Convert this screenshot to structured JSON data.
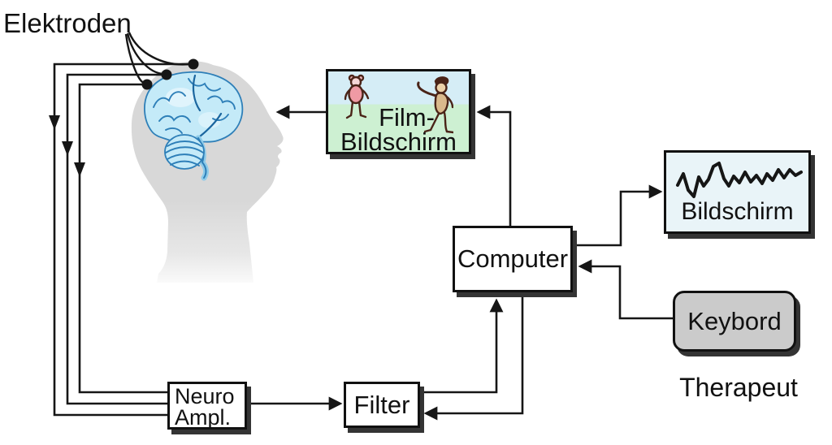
{
  "diagram": {
    "labels": {
      "electrodes": "Elektroden",
      "therapist": "Therapeut"
    },
    "nodes": {
      "film_screen": {
        "line1": "Film-",
        "line2": "Bildschirm"
      },
      "computer": {
        "label": "Computer"
      },
      "eeg_screen": {
        "label": "Bildschirm"
      },
      "keyboard": {
        "label": "Keybord"
      },
      "neuro_amplifier": {
        "line1": "Neuro",
        "line2": "Ampl."
      },
      "filter": {
        "label": "Filter"
      }
    },
    "edges": [
      {
        "from": "electrodes",
        "to": "neuro_amplifier",
        "count": 3
      },
      {
        "from": "neuro_amplifier",
        "to": "filter"
      },
      {
        "from": "filter",
        "to": "computer"
      },
      {
        "from": "computer",
        "to": "filter"
      },
      {
        "from": "computer",
        "to": "film_screen"
      },
      {
        "from": "film_screen",
        "to": "head"
      },
      {
        "from": "computer",
        "to": "eeg_screen"
      },
      {
        "from": "keyboard",
        "to": "computer"
      }
    ],
    "colors": {
      "line": "#161616",
      "box-border": "#111111",
      "box-shadow": "#343434",
      "film-sky": "#d5edf6",
      "film-grass": "#cdf0d2",
      "screen-bg": "#e9f4f8",
      "keyboard-bg": "#cbcbcb",
      "head-gray": "#d8d8d8",
      "brain-fill": "#c4eaf8",
      "brain-stroke": "#2e7fb8",
      "brain-dark": "#1b669f",
      "brain-mid": "#8ecbe9",
      "figure-pink": "#ef9aa4",
      "figure-tan": "#d9b98c",
      "figure-outline": "#4a2418"
    }
  }
}
